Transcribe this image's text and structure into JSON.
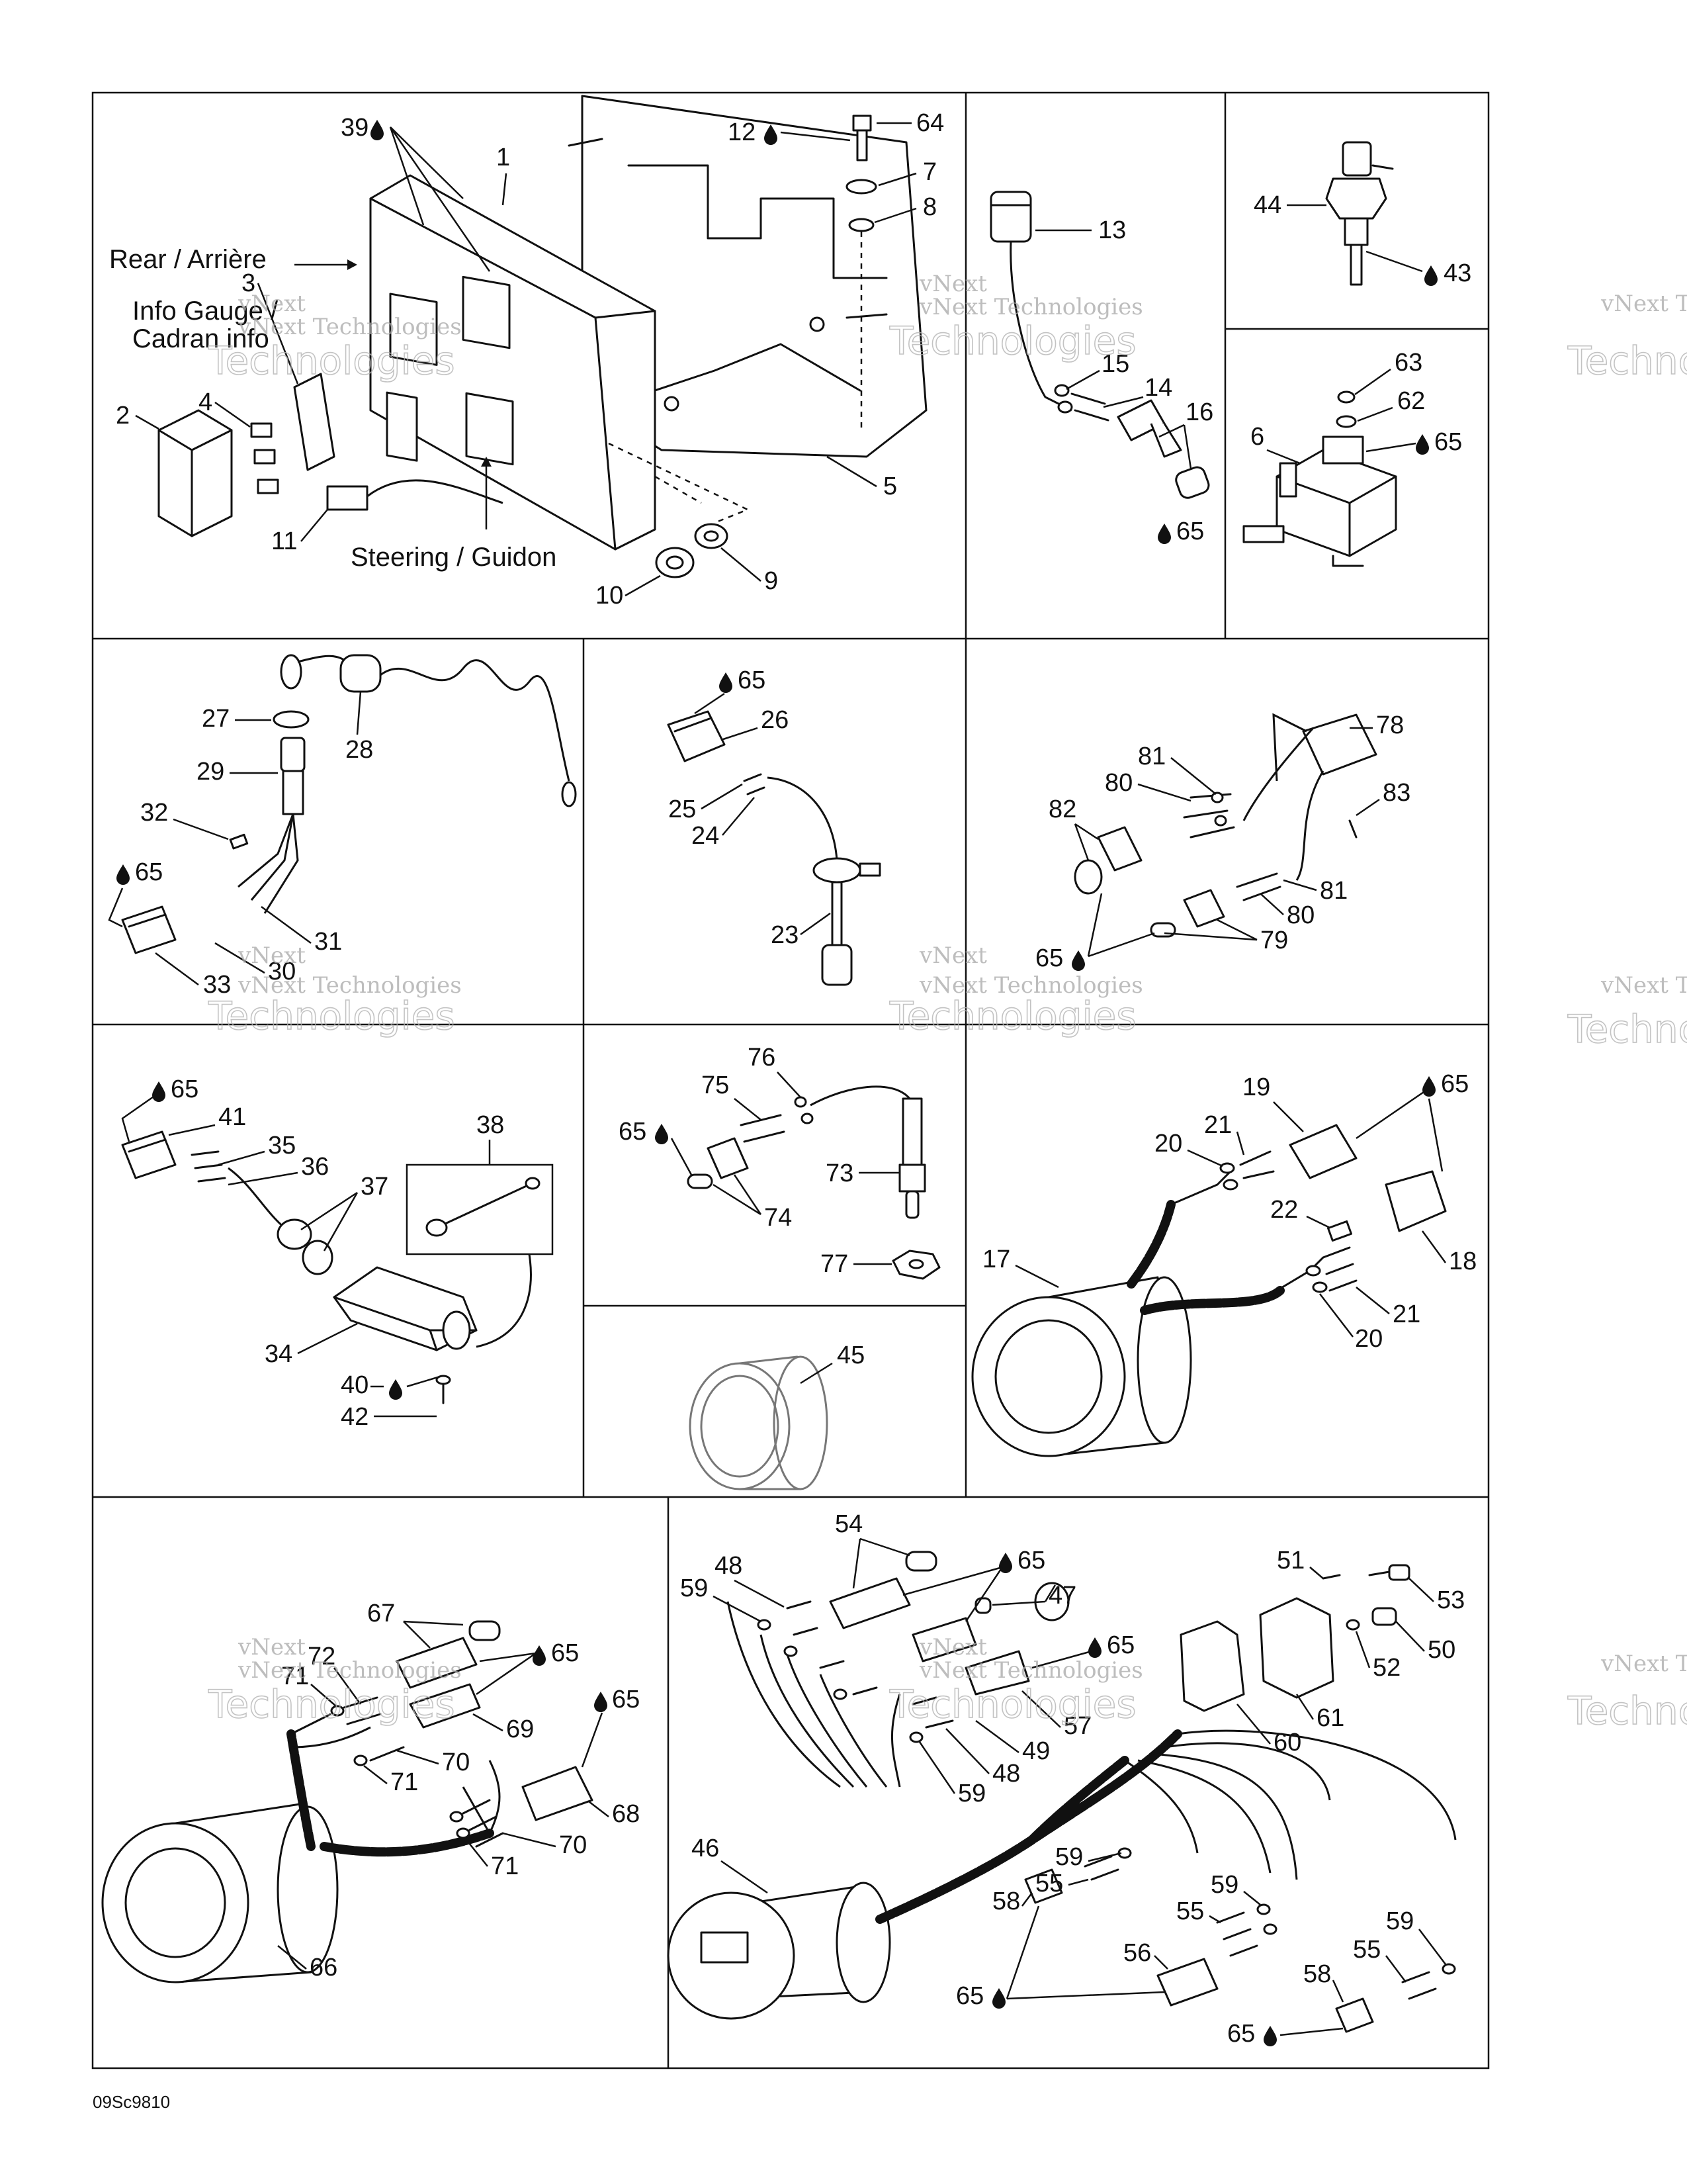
{
  "diagram": {
    "drawing_code": "09Sc9810",
    "watermark_top": "vNext",
    "watermark_mid": "vNext Technologies",
    "watermark_bottom": "Technologies",
    "labels": {
      "rear": "Rear / Arrière",
      "info_gauge_1": "Info Gauge /",
      "info_gauge_2": "Cadran info",
      "steering": "Steering / Guidon"
    },
    "callouts": {
      "p39": "39",
      "p1": "1",
      "p12": "12",
      "p64": "64",
      "p7": "7",
      "p8": "8",
      "p13": "13",
      "p44": "44",
      "p43": "43",
      "p3": "3",
      "p2": "2",
      "p4": "4",
      "p11": "11",
      "p10": "10",
      "p9": "9",
      "p5": "5",
      "p15": "15",
      "p14": "14",
      "p16": "16",
      "p65a": "65",
      "p63": "63",
      "p62": "62",
      "p6": "6",
      "p65b": "65",
      "p27": "27",
      "p28": "28",
      "p29": "29",
      "p32": "32",
      "p65c": "65",
      "p31": "31",
      "p30": "30",
      "p33": "33",
      "p65d": "65",
      "p26": "26",
      "p25": "25",
      "p24": "24",
      "p23": "23",
      "p78": "78",
      "p81a": "81",
      "p80a": "80",
      "p83": "83",
      "p82": "82",
      "p81b": "81",
      "p80b": "80",
      "p65e": "65",
      "p79": "79",
      "p65f": "65",
      "p41": "41",
      "p35": "35",
      "p36": "36",
      "p37": "37",
      "p38": "38",
      "p34": "34",
      "p40": "40",
      "p42": "42",
      "p76": "76",
      "p75": "75",
      "p65g": "65",
      "p73": "73",
      "p74": "74",
      "p77": "77",
      "p45": "45",
      "p19": "19",
      "p65h": "65",
      "p21a": "21",
      "p20a": "20",
      "p22": "22",
      "p17": "17",
      "p18": "18",
      "p21b": "21",
      "p20b": "20",
      "p67": "67",
      "p72": "72",
      "p71a": "71",
      "p65i": "65",
      "p65j": "65",
      "p69": "69",
      "p70a": "70",
      "p71b": "71",
      "p68": "68",
      "p70b": "70",
      "p71c": "71",
      "p66": "66",
      "p54": "54",
      "p65k": "65",
      "p48a": "48",
      "p59a": "59",
      "p47": "47",
      "p65l": "65",
      "p51": "51",
      "p53": "53",
      "p52": "52",
      "p50": "50",
      "p61": "61",
      "p57": "57",
      "p49": "49",
      "p48b": "48",
      "p59b": "59",
      "p60": "60",
      "p46": "46",
      "p59c": "59",
      "p55a": "55",
      "p58a": "58",
      "p59d": "59",
      "p55b": "55",
      "p56": "56",
      "p59e": "59",
      "p55c": "55",
      "p58b": "58",
      "p65m": "65",
      "p65n": "65"
    }
  }
}
